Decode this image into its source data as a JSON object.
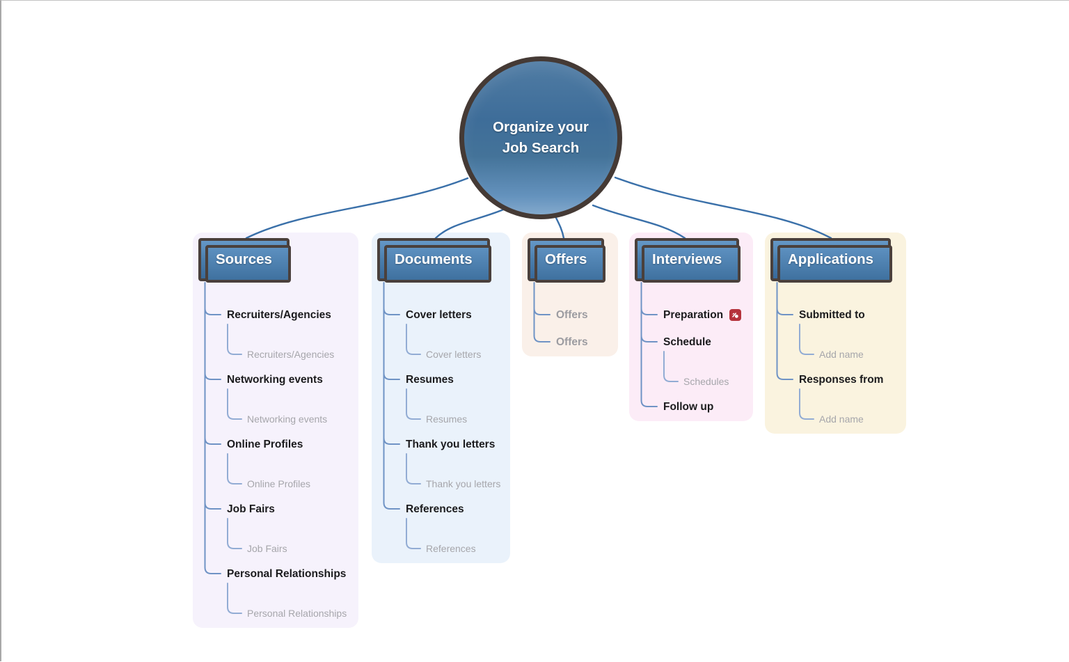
{
  "root": {
    "label": "Organize your Job Search"
  },
  "colors": {
    "connector": "#3a70a9",
    "tree_main": "#6f93c5",
    "tree_sub": "#92acd4",
    "box_border": "#4a403c",
    "badge_red": "#b5333c"
  },
  "branches": [
    {
      "id": "sources",
      "title": "Sources",
      "panel_color": "#f6f2fc",
      "items": [
        {
          "label": "Recruiters/Agencies",
          "sub": "Recruiters/Agencies"
        },
        {
          "label": "Networking events",
          "sub": "Networking events"
        },
        {
          "label": "Online Profiles",
          "sub": "Online Profiles"
        },
        {
          "label": "Job Fairs",
          "sub": "Job Fairs"
        },
        {
          "label": "Personal Relationships",
          "sub": "Personal Relationships"
        }
      ]
    },
    {
      "id": "documents",
      "title": "Documents",
      "panel_color": "#eaf2fb",
      "items": [
        {
          "label": "Cover letters",
          "sub": "Cover letters"
        },
        {
          "label": "Resumes",
          "sub": "Resumes"
        },
        {
          "label": "Thank you letters",
          "sub": "Thank you letters"
        },
        {
          "label": "References",
          "sub": "References"
        }
      ]
    },
    {
      "id": "offers",
      "title": "Offers",
      "panel_color": "#faf0e9",
      "items": [
        {
          "label": "Offers",
          "muted": true
        },
        {
          "label": "Offers",
          "muted": true
        }
      ]
    },
    {
      "id": "interviews",
      "title": "Interviews",
      "panel_color": "#fcecf7",
      "items": [
        {
          "label": "Preparation",
          "icon": "attachment-badge-icon"
        },
        {
          "label": "Schedule",
          "sub": "Schedules"
        },
        {
          "label": "Follow up"
        }
      ]
    },
    {
      "id": "applications",
      "title": "Applications",
      "panel_color": "#faf3df",
      "items": [
        {
          "label": "Submitted to",
          "sub": "Add name"
        },
        {
          "label": "Responses from",
          "sub": "Add name"
        }
      ]
    }
  ]
}
